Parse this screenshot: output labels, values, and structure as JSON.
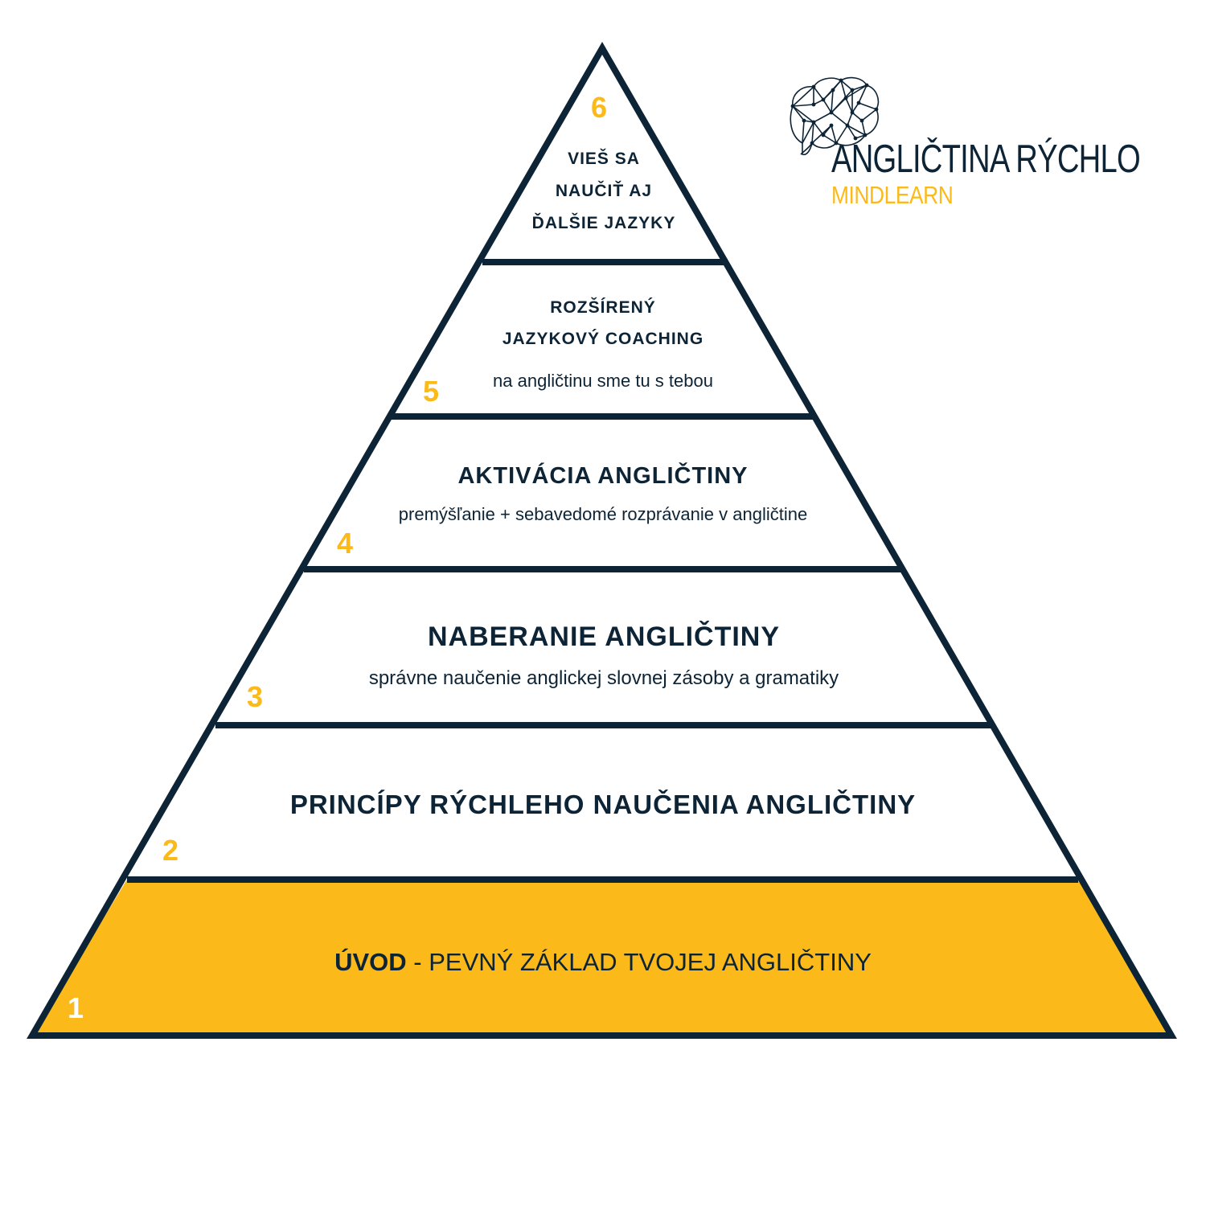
{
  "colors": {
    "navy": "#0d2436",
    "gold": "#fbb91a",
    "white": "#ffffff"
  },
  "brand": {
    "title": "ANGLIČTINA RÝCHLO",
    "subtitle": "MINDLEARN",
    "logo_icon": "geometric-brain-icon"
  },
  "levels": [
    {
      "number": "1",
      "title_bold": "ÚVOD",
      "title_rest": " - PEVNÝ ZÁKLAD TVOJEJ ANGLIČTINY"
    },
    {
      "number": "2",
      "title": "PRINCÍPY RÝCHLEHO NAUČENIA ANGLIČTINY"
    },
    {
      "number": "3",
      "title": "NABERANIE ANGLIČTINY",
      "subtitle": "správne naučenie anglickej slovnej zásoby a gramatiky"
    },
    {
      "number": "4",
      "title": "AKTIVÁCIA ANGLIČTINY",
      "subtitle": "premýšľanie + sebavedomé rozprávanie v angličtine"
    },
    {
      "number": "5",
      "title_line1": "ROZŠÍRENÝ",
      "title_line2": "JAZYKOVÝ COACHING",
      "subtitle": "na angličtinu sme tu s tebou"
    },
    {
      "number": "6",
      "title_line1": "VIEŠ SA",
      "title_line2": "NAUČIŤ AJ",
      "title_line3": "ĎALŠIE JAZYKY"
    }
  ]
}
